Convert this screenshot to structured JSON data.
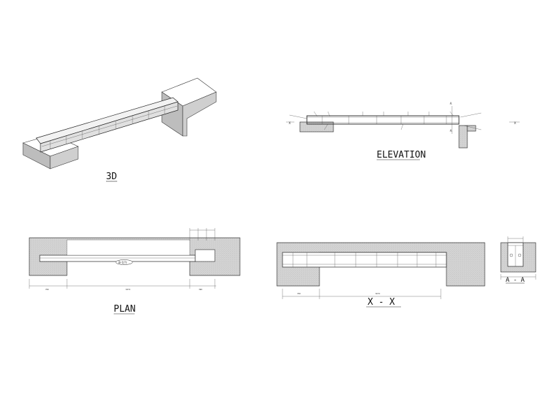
{
  "views": {
    "view_3d": {
      "caption": "3D"
    },
    "elevation": {
      "caption": "ELEVATION",
      "section_marker": "A",
      "section_line_marker": "X"
    },
    "plan": {
      "caption": "PLAN",
      "beam_tag": "B-1(?)",
      "dims": [
        "700",
        "3470",
        "390"
      ]
    },
    "section_xx": {
      "caption": "X - X",
      "dims": [
        "700",
        "3470"
      ]
    },
    "section_aa": {
      "caption": "A - A"
    }
  }
}
